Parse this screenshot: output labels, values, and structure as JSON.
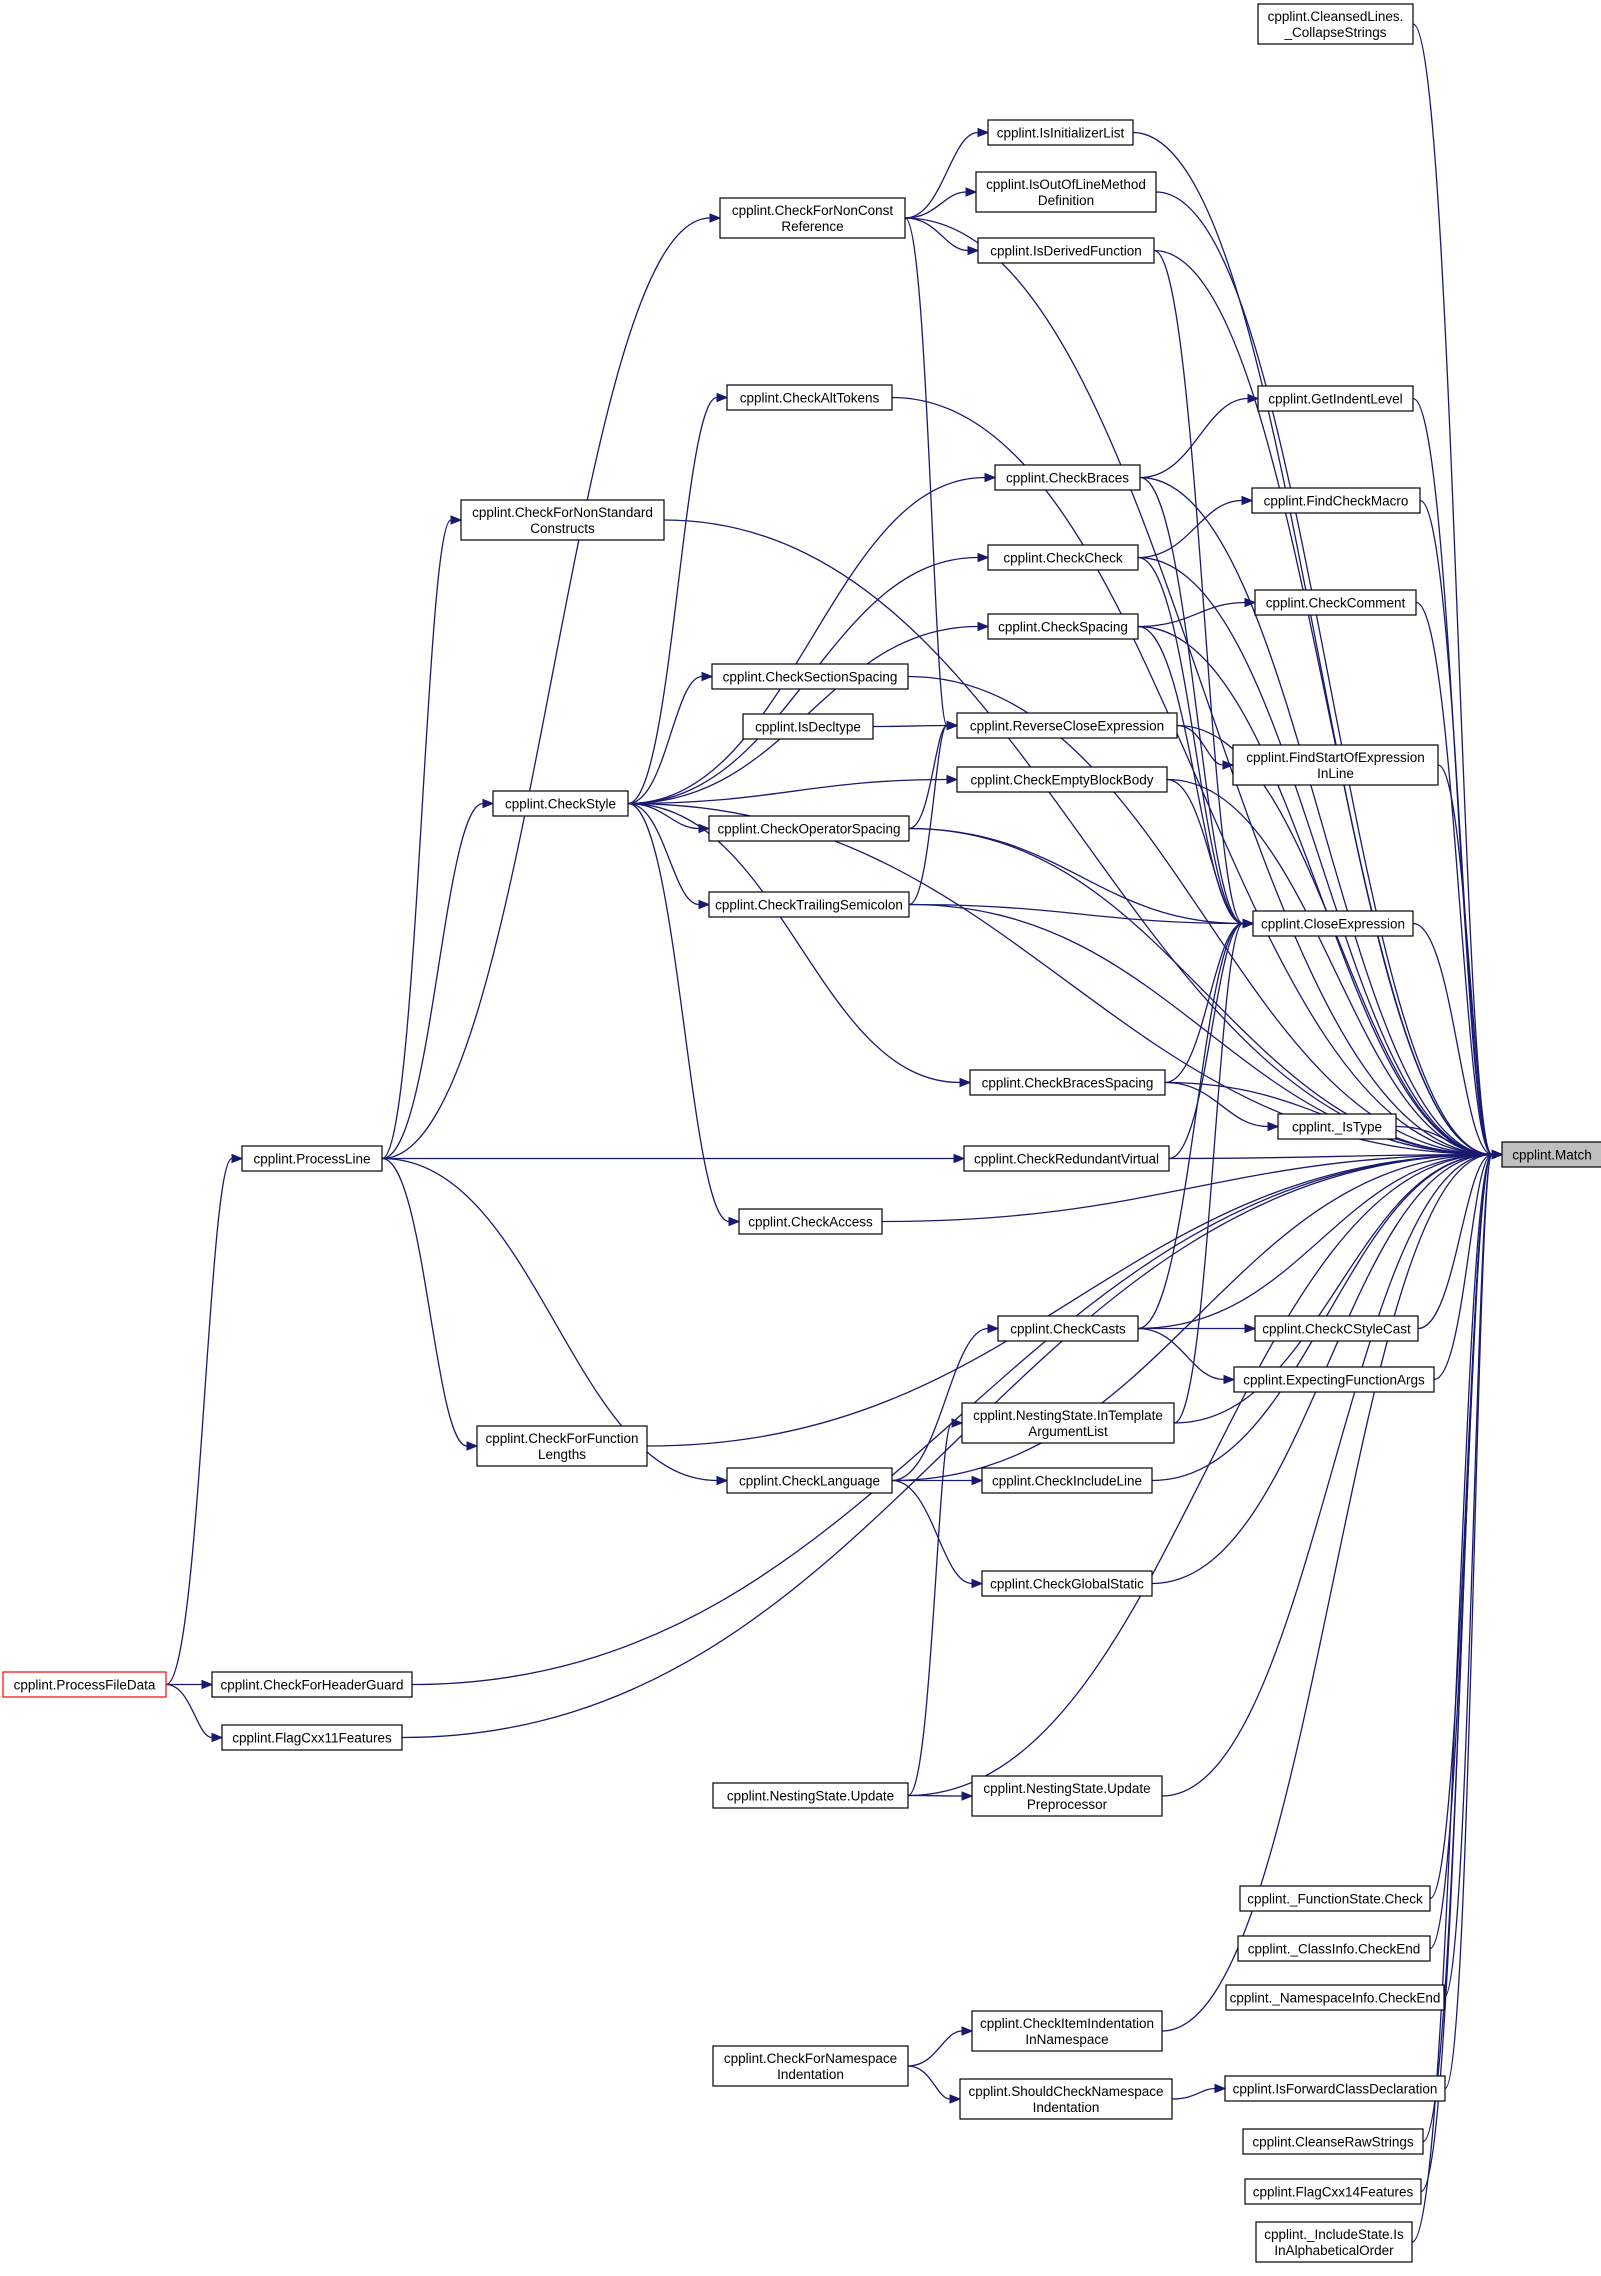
{
  "nodes": [
    {
      "id": "match",
      "lines": [
        "cpplint.Match"
      ],
      "root": true
    },
    {
      "id": "cleansedlines_collapse",
      "lines": [
        "cpplint.CleansedLines.",
        "_CollapseStrings"
      ]
    },
    {
      "id": "isinitializerlist",
      "lines": [
        "cpplint.IsInitializerList"
      ]
    },
    {
      "id": "isoutoflinemethod",
      "lines": [
        "cpplint.IsOutOfLineMethod",
        "Definition"
      ]
    },
    {
      "id": "checkfornonconstref",
      "lines": [
        "cpplint.CheckForNonConst",
        "Reference"
      ]
    },
    {
      "id": "isderivedfunction",
      "lines": [
        "cpplint.IsDerivedFunction"
      ]
    },
    {
      "id": "checkalttokens",
      "lines": [
        "cpplint.CheckAltTokens"
      ]
    },
    {
      "id": "getindentlevel",
      "lines": [
        "cpplint.GetIndentLevel"
      ]
    },
    {
      "id": "checkbraces",
      "lines": [
        "cpplint.CheckBraces"
      ]
    },
    {
      "id": "checkfornonstandard",
      "lines": [
        "cpplint.CheckForNonStandard",
        "Constructs"
      ]
    },
    {
      "id": "findcheckmacro",
      "lines": [
        "cpplint.FindCheckMacro"
      ]
    },
    {
      "id": "checkcheck",
      "lines": [
        "cpplint.CheckCheck"
      ]
    },
    {
      "id": "checkcomment",
      "lines": [
        "cpplint.CheckComment"
      ]
    },
    {
      "id": "checkspacing",
      "lines": [
        "cpplint.CheckSpacing"
      ]
    },
    {
      "id": "checksectionspacing",
      "lines": [
        "cpplint.CheckSectionSpacing"
      ]
    },
    {
      "id": "isdecltype",
      "lines": [
        "cpplint.IsDecltype"
      ]
    },
    {
      "id": "reversecloseexpression",
      "lines": [
        "cpplint.ReverseCloseExpression"
      ]
    },
    {
      "id": "findstartofexpression",
      "lines": [
        "cpplint.FindStartOfExpression",
        "InLine"
      ]
    },
    {
      "id": "checkstyle",
      "lines": [
        "cpplint.CheckStyle"
      ]
    },
    {
      "id": "checkemptyblockbody",
      "lines": [
        "cpplint.CheckEmptyBlockBody"
      ]
    },
    {
      "id": "checkoperatorspacing",
      "lines": [
        "cpplint.CheckOperatorSpacing"
      ]
    },
    {
      "id": "checktrailingsemicolon",
      "lines": [
        "cpplint.CheckTrailingSemicolon"
      ]
    },
    {
      "id": "closeexpression",
      "lines": [
        "cpplint.CloseExpression"
      ]
    },
    {
      "id": "checkbracesspacing",
      "lines": [
        "cpplint.CheckBracesSpacing"
      ]
    },
    {
      "id": "istype",
      "lines": [
        "cpplint._IsType"
      ]
    },
    {
      "id": "processline",
      "lines": [
        "cpplint.ProcessLine"
      ]
    },
    {
      "id": "checkredundantvirtual",
      "lines": [
        "cpplint.CheckRedundantVirtual"
      ]
    },
    {
      "id": "checkaccess",
      "lines": [
        "cpplint.CheckAccess"
      ]
    },
    {
      "id": "checkcasts",
      "lines": [
        "cpplint.CheckCasts"
      ]
    },
    {
      "id": "checkcstylecast",
      "lines": [
        "cpplint.CheckCStyleCast"
      ]
    },
    {
      "id": "expectingfunctionargs",
      "lines": [
        "cpplint.ExpectingFunctionArgs"
      ]
    },
    {
      "id": "intemplateargumentlist",
      "lines": [
        "cpplint.NestingState.InTemplate",
        "ArgumentList"
      ]
    },
    {
      "id": "checkforfunctionlengths",
      "lines": [
        "cpplint.CheckForFunction",
        "Lengths"
      ]
    },
    {
      "id": "checklanguage",
      "lines": [
        "cpplint.CheckLanguage"
      ]
    },
    {
      "id": "checkincludeline",
      "lines": [
        "cpplint.CheckIncludeLine"
      ]
    },
    {
      "id": "checkglobalstatic",
      "lines": [
        "cpplint.CheckGlobalStatic"
      ]
    },
    {
      "id": "processfiledata",
      "lines": [
        "cpplint.ProcessFileData"
      ],
      "red": true
    },
    {
      "id": "checkforheaderguard",
      "lines": [
        "cpplint.CheckForHeaderGuard"
      ]
    },
    {
      "id": "flagcxx11features",
      "lines": [
        "cpplint.FlagCxx11Features"
      ]
    },
    {
      "id": "nestingstateupdate",
      "lines": [
        "cpplint.NestingState.Update"
      ]
    },
    {
      "id": "updatepreprocessor",
      "lines": [
        "cpplint.NestingState.Update",
        "Preprocessor"
      ]
    },
    {
      "id": "functionstatecheck",
      "lines": [
        "cpplint._FunctionState.Check"
      ]
    },
    {
      "id": "classinfocheckend",
      "lines": [
        "cpplint._ClassInfo.CheckEnd"
      ]
    },
    {
      "id": "namespaceinfocheckend",
      "lines": [
        "cpplint._NamespaceInfo.CheckEnd"
      ]
    },
    {
      "id": "checkitemindentation",
      "lines": [
        "cpplint.CheckItemIndentation",
        "InNamespace"
      ]
    },
    {
      "id": "checkfornamespaceindentation",
      "lines": [
        "cpplint.CheckForNamespace",
        "Indentation"
      ]
    },
    {
      "id": "shouldchecknamespaceindentation",
      "lines": [
        "cpplint.ShouldCheckNamespace",
        "Indentation"
      ]
    },
    {
      "id": "isforwardclassdeclaration",
      "lines": [
        "cpplint.IsForwardClassDeclaration"
      ]
    },
    {
      "id": "cleanserawstrings",
      "lines": [
        "cpplint.CleanseRawStrings"
      ]
    },
    {
      "id": "flagcxx14features",
      "lines": [
        "cpplint.FlagCxx14Features"
      ]
    },
    {
      "id": "includestateisinalphabeticalorder",
      "lines": [
        "cpplint._IncludeState.Is",
        "InAlphabeticalOrder"
      ]
    }
  ],
  "colors": {
    "edge": "#191970",
    "node_border": "#000000",
    "root_fill": "#bfbfbf",
    "highlight_border": "#ff0000"
  }
}
